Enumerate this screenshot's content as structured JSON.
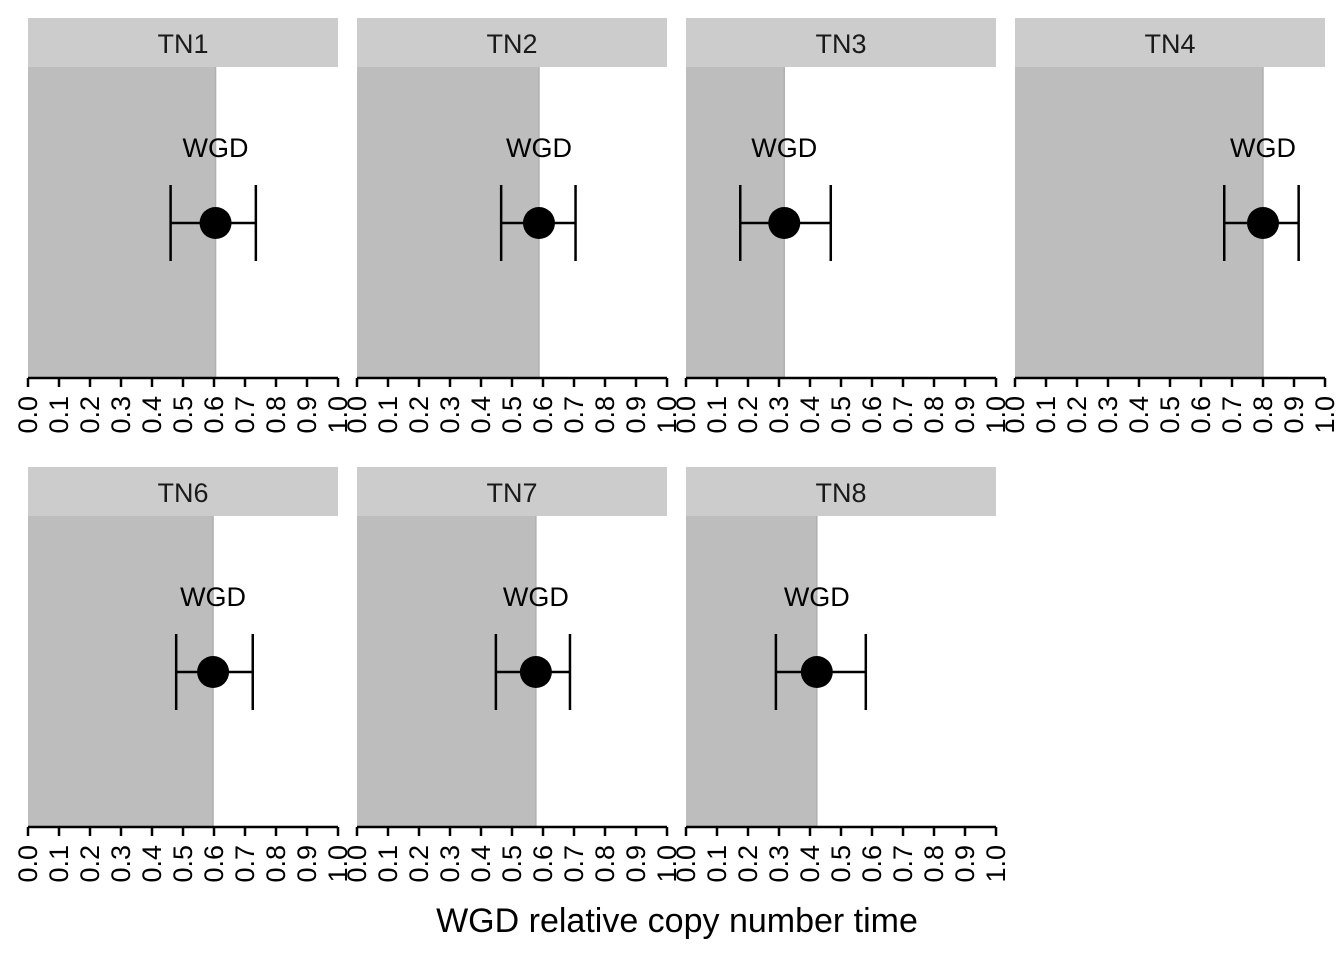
{
  "chart_data": {
    "type": "scatter",
    "layout": "faceted",
    "xlabel": "WGD relative copy number time",
    "ylabel": "",
    "xlim": [
      0,
      1
    ],
    "x_ticks": [
      "0.0",
      "0.1",
      "0.2",
      "0.3",
      "0.4",
      "0.5",
      "0.6",
      "0.7",
      "0.8",
      "0.9",
      "1.0"
    ],
    "grid": false,
    "colors": {
      "shade": "#bdbdbd",
      "strip": "#cccccc",
      "point": "#000000",
      "axis": "#000000"
    },
    "panels": [
      {
        "title": "TN1",
        "label": "WGD",
        "x": 0.605,
        "ci": [
          0.46,
          0.735
        ],
        "shade_to": 0.605
      },
      {
        "title": "TN2",
        "label": "WGD",
        "x": 0.587,
        "ci": [
          0.465,
          0.705
        ],
        "shade_to": 0.587
      },
      {
        "title": "TN3",
        "label": "WGD",
        "x": 0.317,
        "ci": [
          0.175,
          0.467
        ],
        "shade_to": 0.317
      },
      {
        "title": "TN4",
        "label": "WGD",
        "x": 0.8,
        "ci": [
          0.675,
          0.915
        ],
        "shade_to": 0.8
      },
      {
        "title": "TN6",
        "label": "WGD",
        "x": 0.597,
        "ci": [
          0.478,
          0.725
        ],
        "shade_to": 0.597
      },
      {
        "title": "TN7",
        "label": "WGD",
        "x": 0.577,
        "ci": [
          0.448,
          0.687
        ],
        "shade_to": 0.577
      },
      {
        "title": "TN8",
        "label": "WGD",
        "x": 0.422,
        "ci": [
          0.29,
          0.58
        ],
        "shade_to": 0.422
      }
    ]
  }
}
